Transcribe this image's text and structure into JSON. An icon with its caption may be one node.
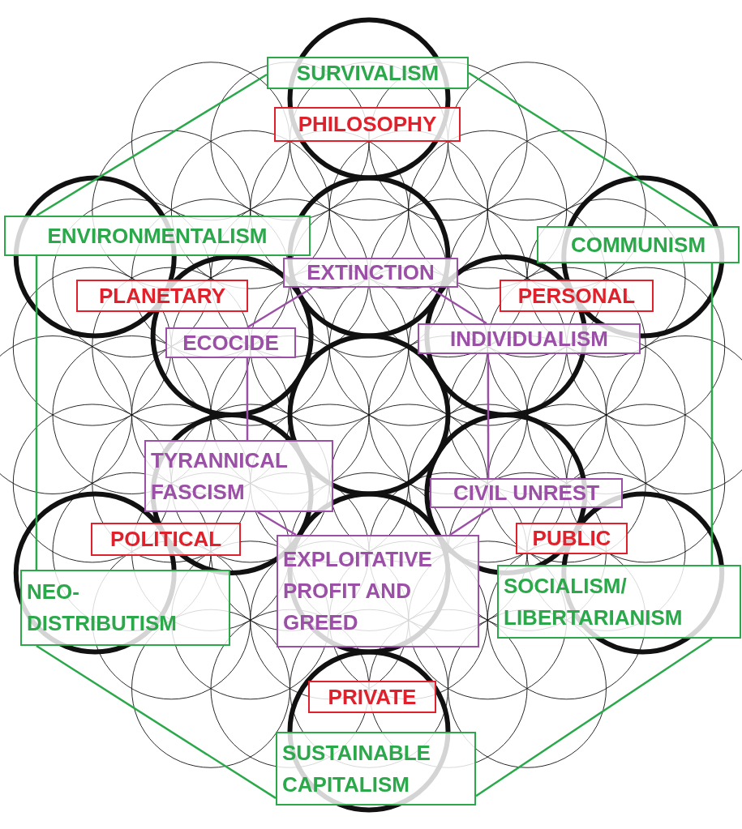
{
  "diagram": {
    "nodes": [
      {
        "text": [
          "SURVIVALISM"
        ]
      },
      {
        "text": [
          "PHILOSOPHY"
        ]
      },
      {
        "text": [
          "ENVIRONMENTALISM"
        ]
      },
      {
        "text": [
          "COMMUNISM"
        ]
      },
      {
        "text": [
          "EXTINCTION"
        ]
      },
      {
        "text": [
          "PLANETARY"
        ]
      },
      {
        "text": [
          "PERSONAL"
        ]
      },
      {
        "text": [
          "ECOCIDE"
        ]
      },
      {
        "text": [
          "INDIVIDUALISM"
        ]
      },
      {
        "text": [
          "TYRANNICAL FASCISM"
        ]
      },
      {
        "text": [
          "CIVIL UNREST"
        ]
      },
      {
        "text": [
          "POLITICAL"
        ]
      },
      {
        "text": [
          "PUBLIC"
        ]
      },
      {
        "text": [
          "EXPLOITATIVE PROFIT AND GREED"
        ]
      },
      {
        "text": [
          "NEO- DISTRIBUTISM"
        ]
      },
      {
        "text": [
          "SOCIALISM/ LIBERTARIANISM"
        ]
      },
      {
        "text": [
          "PRIVATE"
        ]
      },
      {
        "text": [
          "SUSTAINABLE CAPITALISM"
        ]
      }
    ],
    "edges": [
      {
        "from": 0,
        "to": 2,
        "arrow": "none"
      },
      {
        "from": 0,
        "to": 3,
        "arrow": "none"
      },
      {
        "from": 2,
        "to": 14,
        "arrow": "none"
      },
      {
        "from": 3,
        "to": 15,
        "arrow": "none"
      },
      {
        "from": 14,
        "to": 17,
        "arrow": "none"
      },
      {
        "from": 15,
        "to": 17,
        "arrow": "none"
      },
      {
        "from": 4,
        "to": 7,
        "arrow": "none",
        "color": "#9b4fa6"
      },
      {
        "from": 4,
        "to": 8,
        "arrow": "none",
        "color": "#9b4fa6"
      },
      {
        "from": 7,
        "to": 9,
        "arrow": "none",
        "color": "#9b4fa6"
      },
      {
        "from": 8,
        "to": 10,
        "arrow": "none",
        "color": "#9b4fa6"
      },
      {
        "from": 9,
        "to": 13,
        "arrow": "none",
        "color": "#9b4fa6"
      },
      {
        "from": 10,
        "to": 13,
        "arrow": "none",
        "color": "#9b4fa6"
      }
    ]
  }
}
